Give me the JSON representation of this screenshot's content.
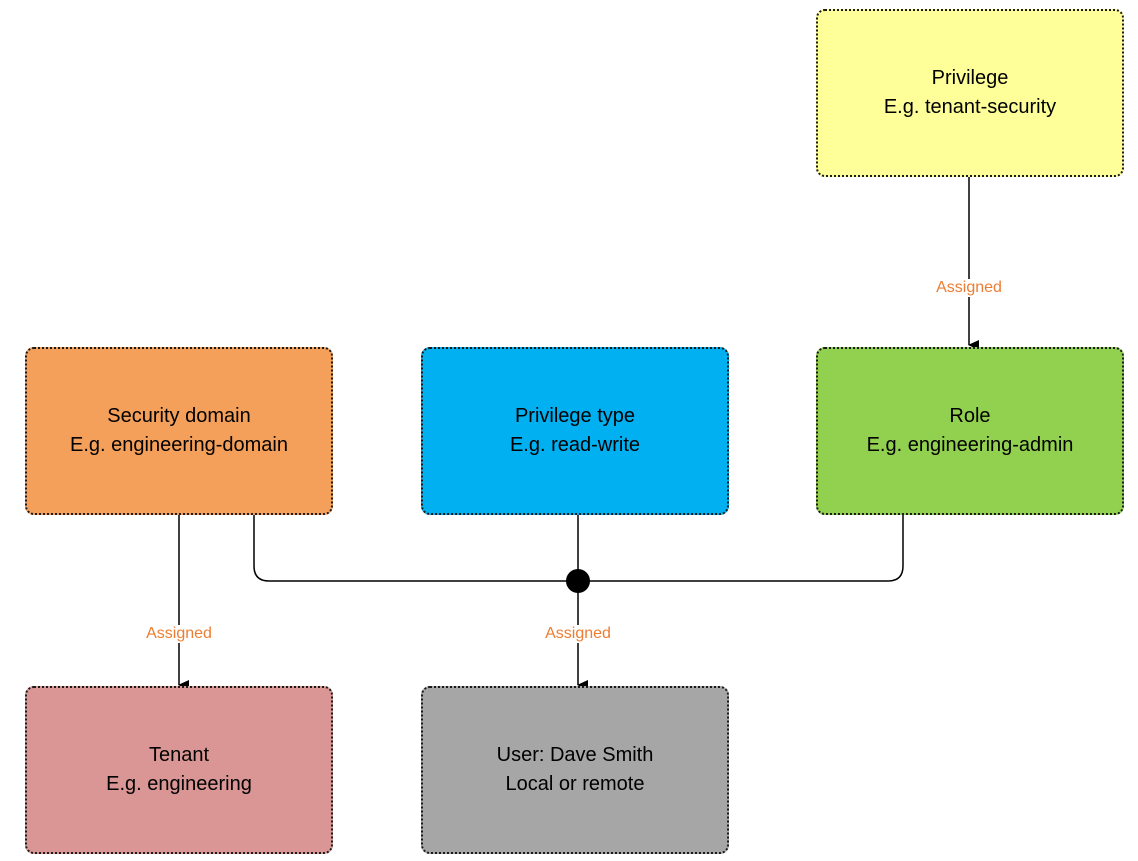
{
  "nodes": {
    "privilege": {
      "line1": "Privilege",
      "line2": "E.g. tenant-security",
      "fill": "#ffff99"
    },
    "security_domain": {
      "line1": "Security domain",
      "line2": "E.g. engineering-domain",
      "fill": "#f4a05a"
    },
    "privilege_type": {
      "line1": "Privilege type",
      "line2": "E.g. read-write",
      "fill": "#00b0f0"
    },
    "role": {
      "line1": "Role",
      "line2": "E.g. engineering-admin",
      "fill": "#92d050"
    },
    "tenant": {
      "line1": "Tenant",
      "line2": "E.g. engineering",
      "fill": "#d99694"
    },
    "user": {
      "line1": "User: Dave Smith",
      "line2": "Local or remote",
      "fill": "#a6a6a6"
    }
  },
  "edge_labels": {
    "privilege_to_role": "Assigned",
    "domain_to_tenant": "Assigned",
    "junction_to_user": "Assigned"
  },
  "colors": {
    "edge": "#000000",
    "edge_label": "#ed7d31"
  }
}
